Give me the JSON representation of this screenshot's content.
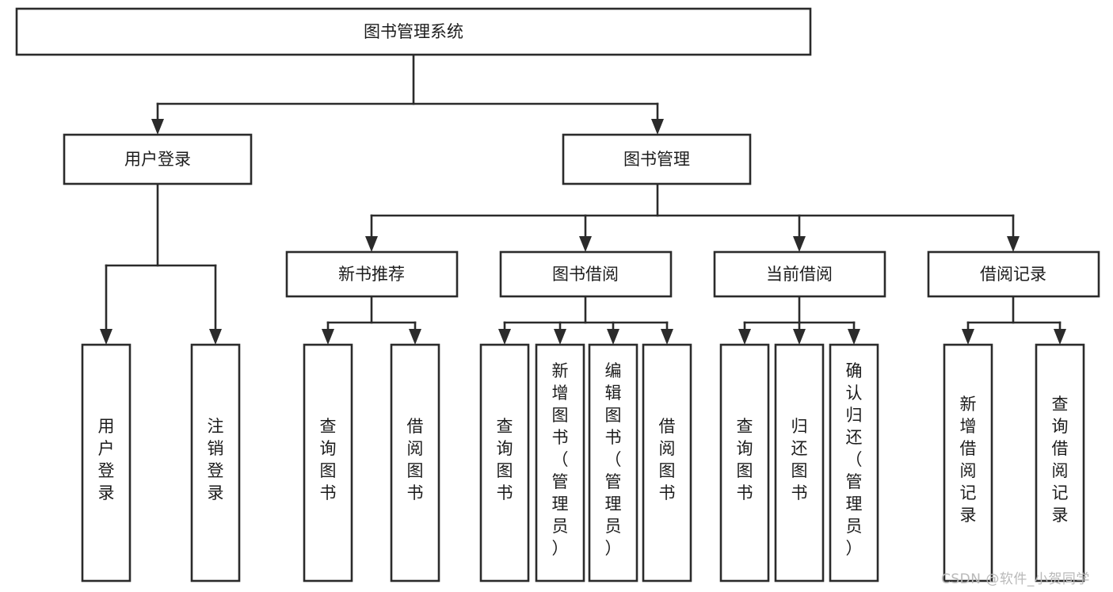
{
  "diagram": {
    "type": "tree",
    "title": "图书管理系统",
    "root": {
      "label": "图书管理系统"
    },
    "level2": [
      {
        "label": "用户登录"
      },
      {
        "label": "图书管理"
      }
    ],
    "level3": [
      {
        "label": "新书推荐"
      },
      {
        "label": "图书借阅"
      },
      {
        "label": "当前借阅"
      },
      {
        "label": "借阅记录"
      }
    ],
    "leaves": {
      "user_login": [
        {
          "label": "用户登录"
        },
        {
          "label": "注销登录"
        }
      ],
      "new_book_recommend": [
        {
          "label": "查询图书"
        },
        {
          "label": "借阅图书"
        }
      ],
      "book_borrow": [
        {
          "label": "查询图书"
        },
        {
          "label": "新增图书（管理员）"
        },
        {
          "label": "编辑图书（管理员）"
        },
        {
          "label": "借阅图书"
        }
      ],
      "current_borrow": [
        {
          "label": "查询图书"
        },
        {
          "label": "归还图书"
        },
        {
          "label": "确认归还（管理员）"
        }
      ],
      "borrow_record": [
        {
          "label": "新增借阅记录"
        },
        {
          "label": "查询借阅记录"
        }
      ]
    }
  },
  "watermark": {
    "text": "CSDN @软件_小贺同学"
  },
  "colors": {
    "box_stroke": "#2b2b2b",
    "box_fill": "#ffffff",
    "text": "#1c1c1c",
    "background": "#ffffff",
    "watermark": "#b9b9b9"
  }
}
